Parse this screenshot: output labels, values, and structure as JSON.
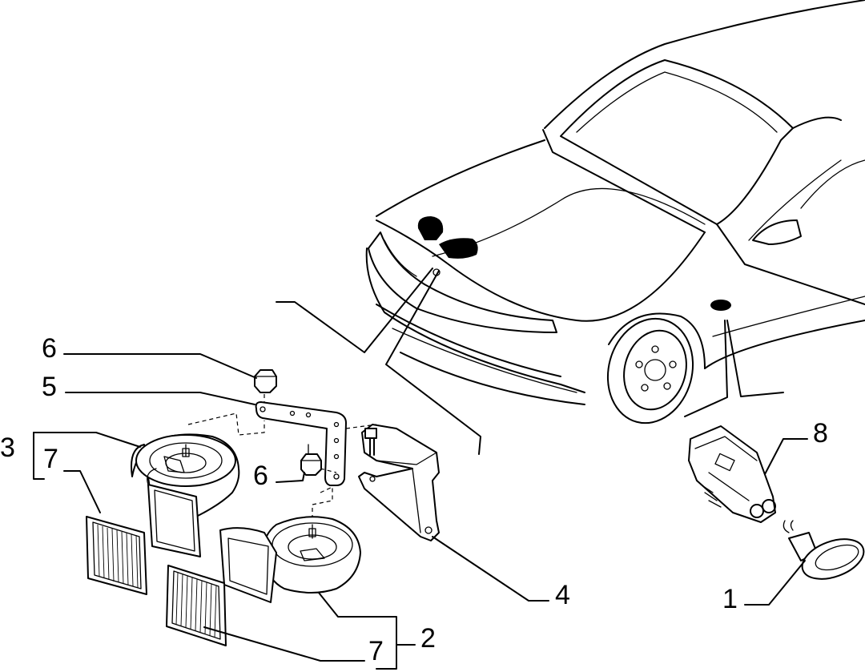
{
  "callouts": {
    "c1": "1",
    "c2": "2",
    "c3": "3",
    "c4": "4",
    "c5": "5",
    "c6_top": "6",
    "c6_mid": "6",
    "c7_left": "7",
    "c7_bottom": "7",
    "c8": "8"
  }
}
